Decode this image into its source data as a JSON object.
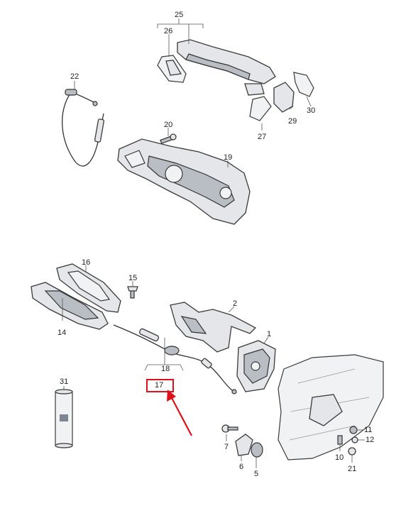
{
  "labels": {
    "l1": "1",
    "l2": "2",
    "l5": "5",
    "l6": "6",
    "l7": "7",
    "l10": "10",
    "l11": "11",
    "l12": "12",
    "l14": "14",
    "l15": "15",
    "l16": "16",
    "l17": "17",
    "l18": "18",
    "l19": "19",
    "l20": "20",
    "l21": "21",
    "l22": "22",
    "l25": "25",
    "l26": "26",
    "l27": "27",
    "l29": "29",
    "l30": "30",
    "l31": "31"
  },
  "highlight": {
    "label": "17",
    "color": "#e0101a"
  },
  "colors": {
    "part_fill": "#e4e6ea",
    "outline": "#3a3a3a",
    "accent": "#e0101a"
  }
}
